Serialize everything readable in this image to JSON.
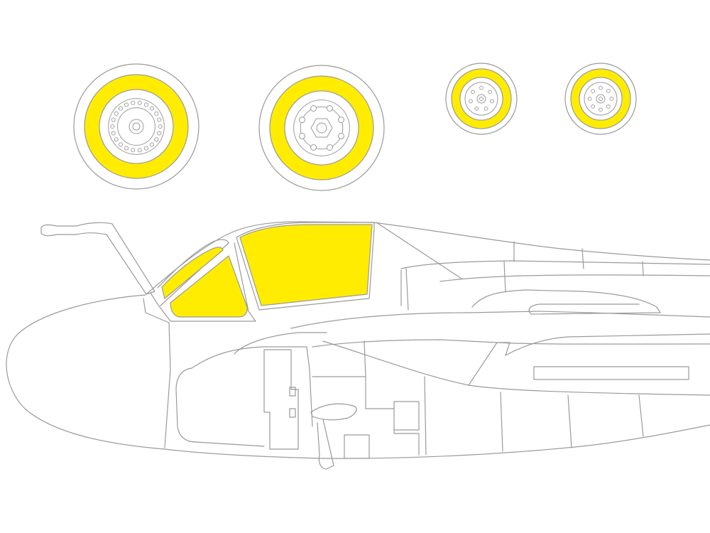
{
  "colors": {
    "background": "#ffffff",
    "outline": "#9a9a9a",
    "mask_fill": "#ffec00",
    "tire_white": "#ffffff"
  },
  "wheels": [
    {
      "id": "main-wheel-left",
      "hub_style": "ring-of-holes",
      "bolts": 22
    },
    {
      "id": "main-wheel-right",
      "hub_style": "hex-with-bolts",
      "bolts": 8
    },
    {
      "id": "nose-wheel-left",
      "hub_style": "small-bolt-ring",
      "bolts": 7
    },
    {
      "id": "nose-wheel-right",
      "hub_style": "small-bolt-ring",
      "bolts": 8
    }
  ],
  "aircraft": {
    "canopy_masks": [
      "windscreen-left-pane",
      "windscreen-center-pane",
      "canopy-main-pane"
    ]
  }
}
